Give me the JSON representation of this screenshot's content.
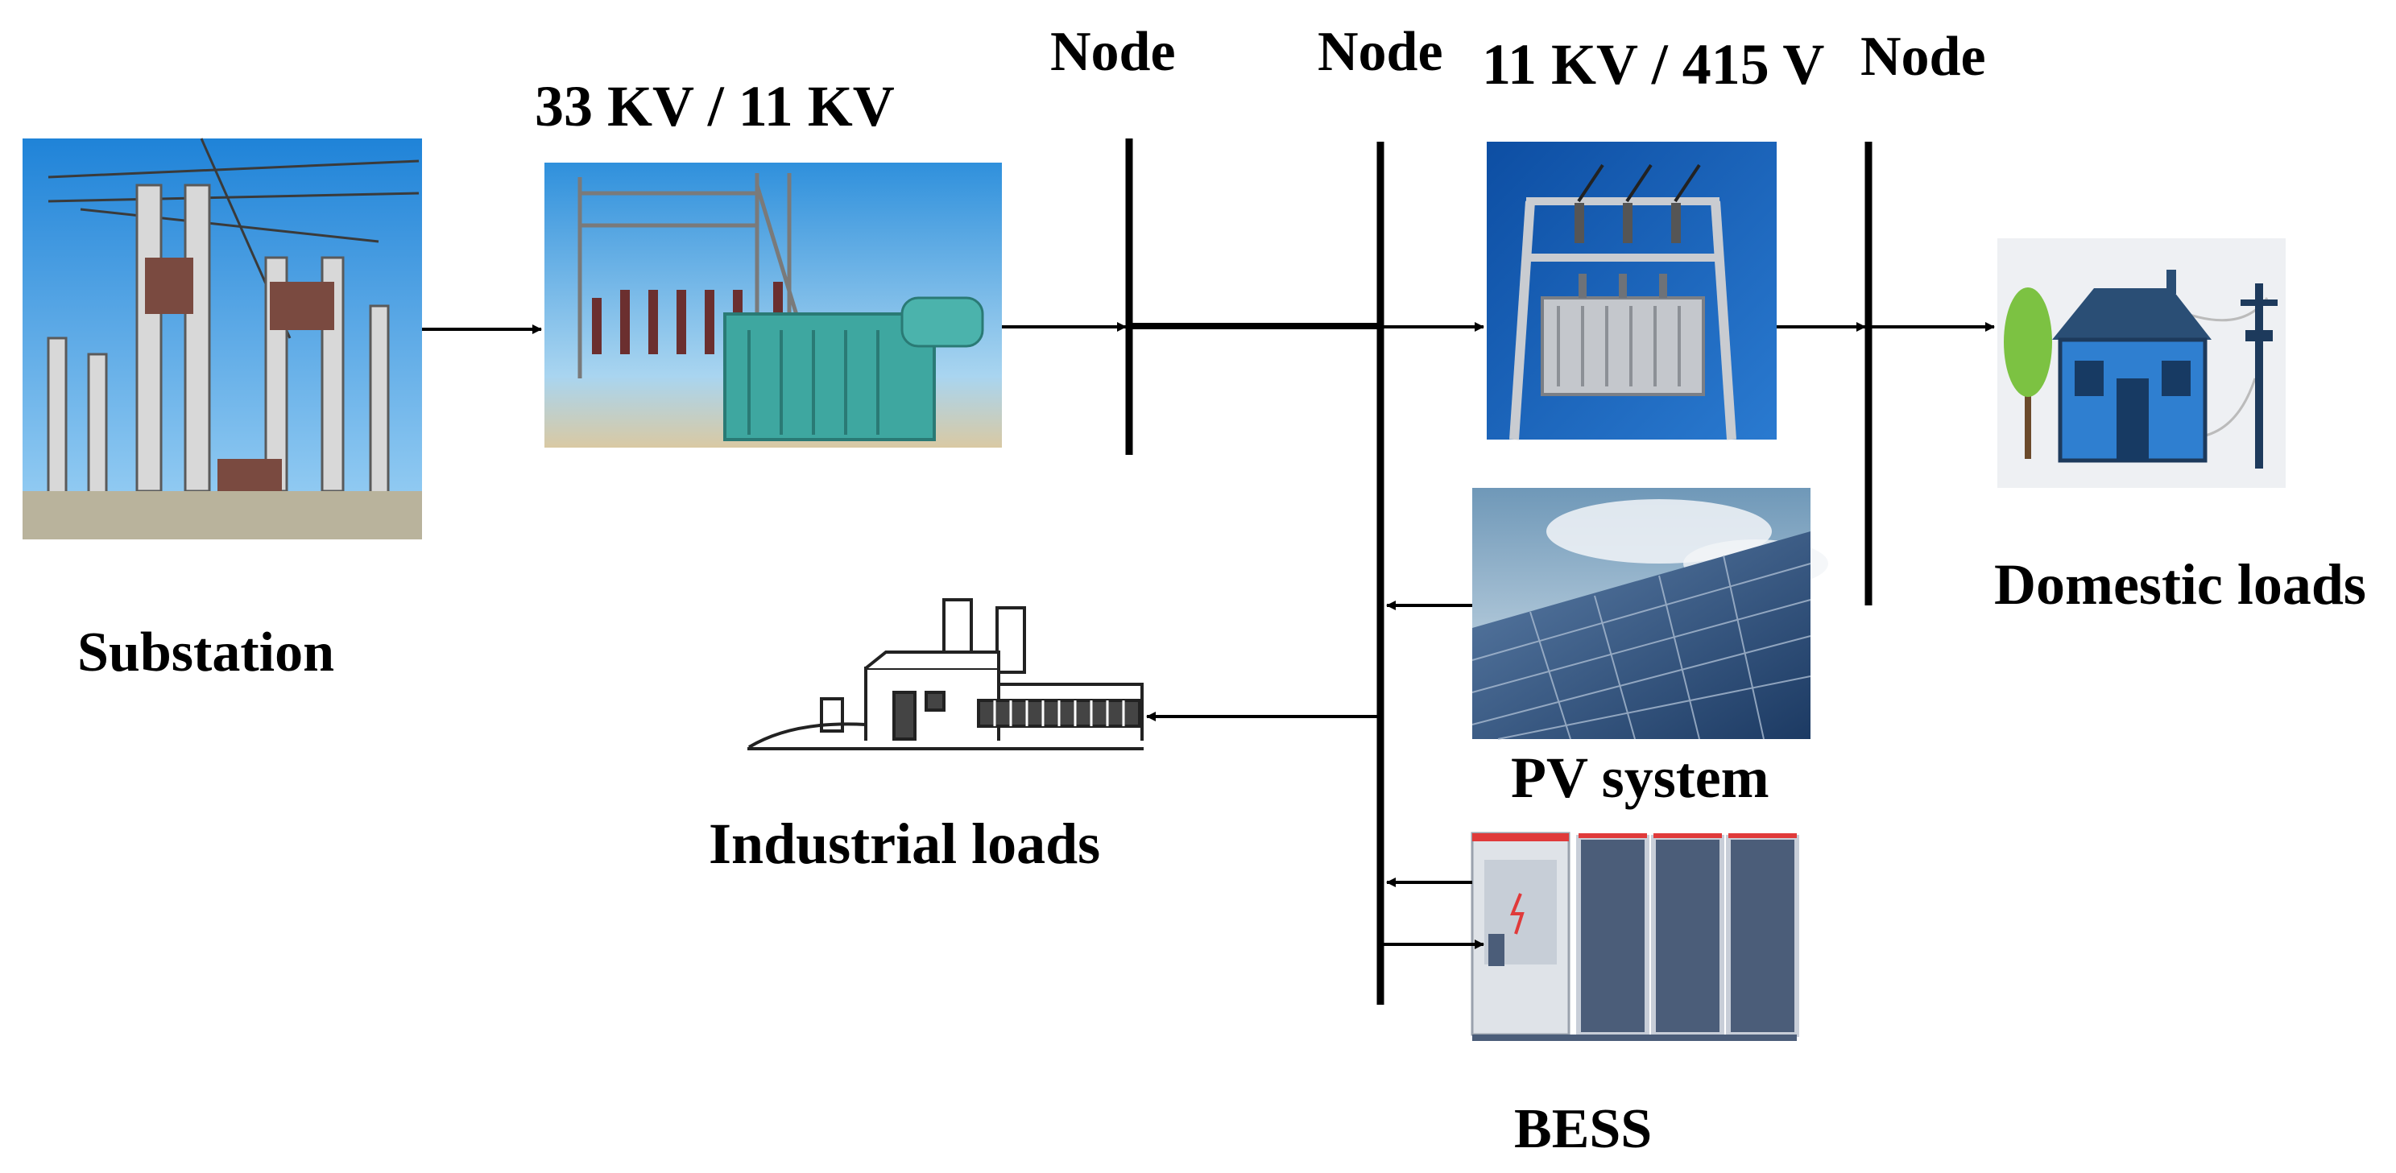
{
  "labels": {
    "substation": "Substation",
    "transformer_33_11": "33 KV / 11 KV",
    "node_1": "Node",
    "node_2": "Node",
    "transformer_11_415": "11 KV / 415 V",
    "node_3": "Node",
    "domestic_loads": "Domestic loads",
    "industrial_loads": "Industrial loads",
    "pv_system": "PV system",
    "bess": "BESS"
  },
  "colors": {
    "line": "#000000",
    "sky_blue": "#3a9bdc",
    "transformer_blue": "#1f63b3",
    "house_blue": "#2f7fd0",
    "house_roof": "#2a4e75",
    "tree_green": "#7cc242",
    "pv_panel": "#2e4f7a",
    "bess_cabinet": "#4b5d79",
    "bess_accent": "#e03a3a"
  }
}
